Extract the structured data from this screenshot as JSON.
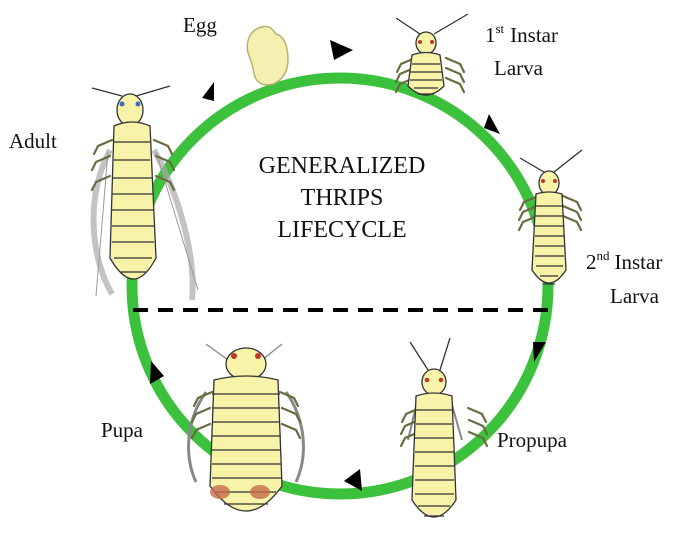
{
  "diagram": {
    "title_lines": [
      "GENERALIZED",
      "THRIPS",
      "LIFECYCLE"
    ],
    "stages": {
      "egg": "Egg",
      "larva1": {
        "ordinal": "1",
        "suffix": "st",
        "word": "Instar",
        "line2": "Larva"
      },
      "larva2": {
        "ordinal": "2",
        "suffix": "nd",
        "word": "Instar",
        "line2": "Larva"
      },
      "propupa": "Propupa",
      "pupa": "Pupa",
      "adult": "Adult"
    },
    "colors": {
      "cycle_ring": "#3cc13c",
      "arrow": "#000000",
      "divider": "#000000",
      "insect_body": "#f7f3a8",
      "egg": "#f6f0b0",
      "outline": "#333333",
      "eye": "#c0392b",
      "wing": "#e6e2c8",
      "pupa_patch": "#c46a4a"
    }
  }
}
